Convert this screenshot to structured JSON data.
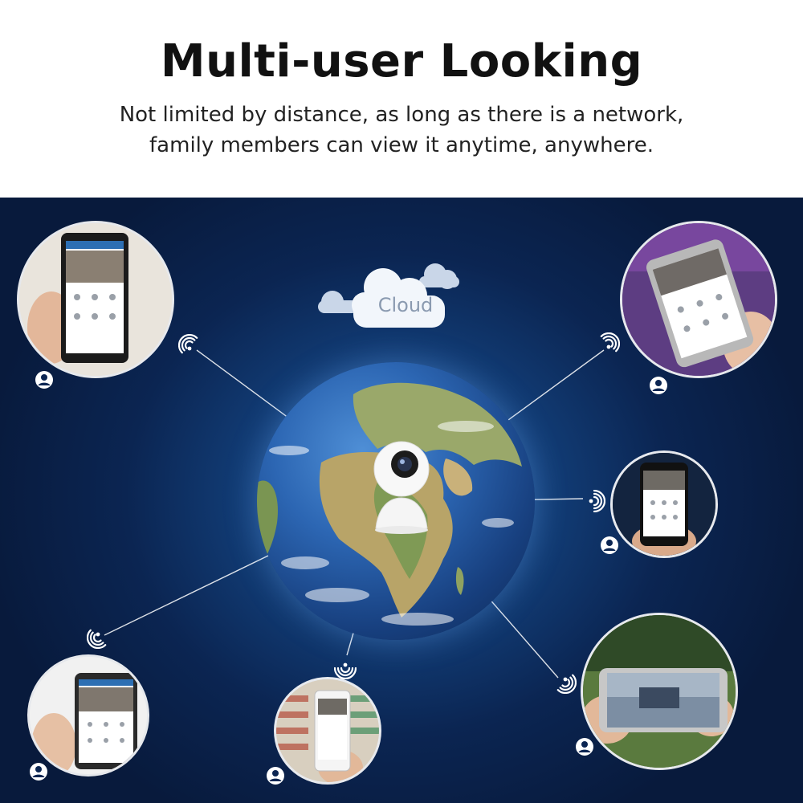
{
  "header": {
    "title": "Multi-user Looking",
    "subtitle_line1": "Not limited by distance, as long as there is a network,",
    "subtitle_line2": "family members can view it anytime, anywhere."
  },
  "scene": {
    "cloud_label": "Cloud"
  },
  "colors": {
    "background_top": "#ffffff",
    "scene_dark": "#081a3c",
    "scene_glow": "#1f5ea8",
    "line": "#ffffff"
  },
  "icons": [
    "cloud-icon",
    "wifi-icon",
    "user-icon",
    "camera-icon",
    "phone-icon"
  ]
}
